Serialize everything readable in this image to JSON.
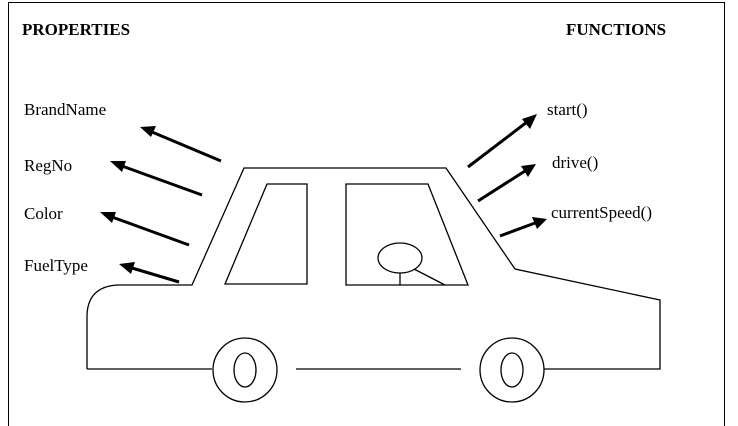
{
  "headings": {
    "properties": "PROPERTIES",
    "functions": "FUNCTIONS"
  },
  "properties": [
    "BrandName",
    "RegNo",
    "Color",
    "FuelType"
  ],
  "functions": [
    "start()",
    "drive()",
    "currentSpeed()"
  ],
  "colors": {
    "line": "#000000",
    "background": "#ffffff"
  }
}
